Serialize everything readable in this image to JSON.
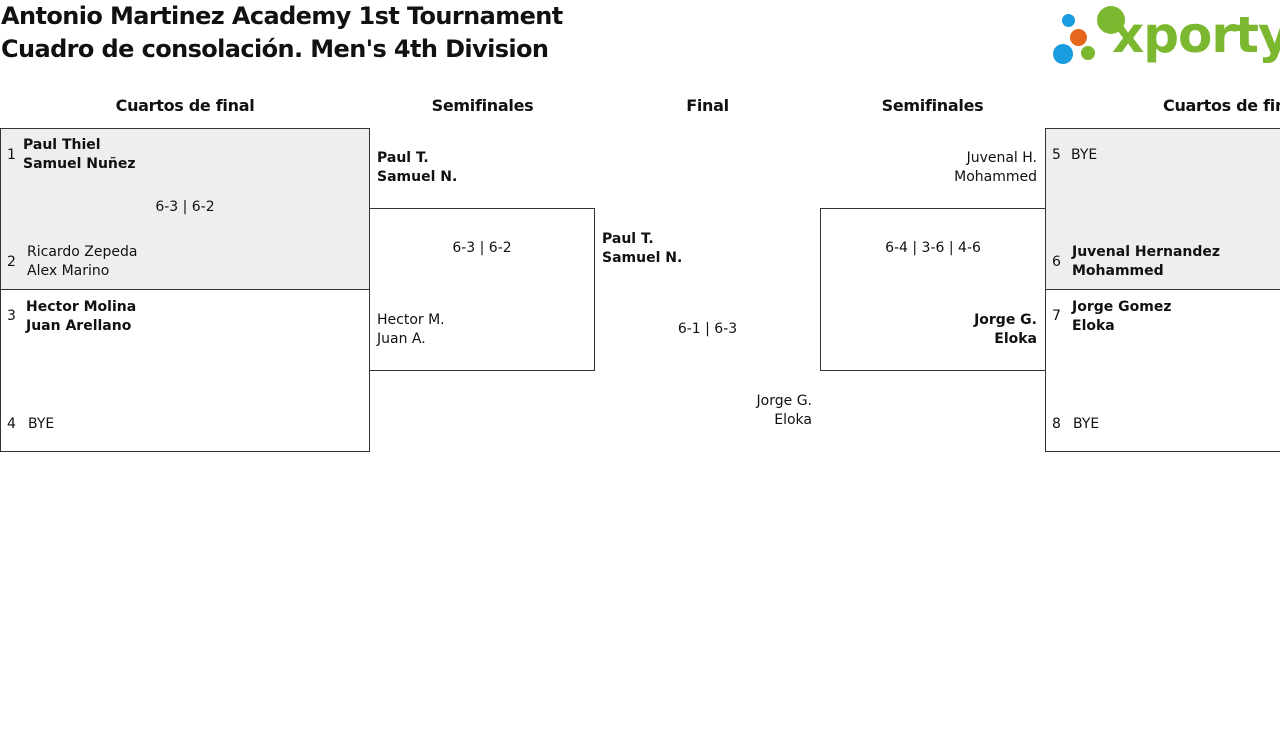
{
  "title_line1": "Antonio Martinez Academy 1st Tournament",
  "title_line2": "Cuadro de consolación. Men's 4th Division",
  "logo": {
    "text": "xporty",
    "accent_green": "#7cb82f",
    "accent_blue": "#1a9de0",
    "accent_orange": "#e5671f"
  },
  "headers": {
    "qf_left": "Cuartos de final",
    "sf_left": "Semifinales",
    "final": "Final",
    "sf_right": "Semifinales",
    "qf_right": "Cuartos de fin"
  },
  "left_qf": {
    "m1": {
      "seed_top": "1",
      "top_p1": "Paul Thiel",
      "top_p2": "Samuel Nuñez",
      "score": "6-3 | 6-2",
      "seed_bottom": "2",
      "bot_p1": "Ricardo Zepeda",
      "bot_p2": "Alex Marino"
    },
    "m2": {
      "seed_top": "3",
      "top_p1": "Hector Molina",
      "top_p2": "Juan Arellano",
      "seed_bottom": "4",
      "bot_p1": "BYE"
    }
  },
  "left_sf": {
    "top_p1": "Paul T.",
    "top_p2": "Samuel N.",
    "score": "6-3 | 6-2",
    "bot_p1": "Hector M.",
    "bot_p2": "Juan A."
  },
  "final": {
    "top_p1": "Paul T.",
    "top_p2": "Samuel N.",
    "score": "6-1 | 6-3",
    "bot_p1": "Jorge G.",
    "bot_p2": "Eloka"
  },
  "right_sf": {
    "top_p1": "Juvenal H.",
    "top_p2": "Mohammed",
    "score": "6-4 | 3-6 | 4-6",
    "bot_p1": "Jorge G.",
    "bot_p2": "Eloka"
  },
  "right_qf": {
    "m1": {
      "seed_top": "5",
      "top_p1": "BYE",
      "seed_bottom": "6",
      "bot_p1": "Juvenal Hernandez",
      "bot_p2": "Mohammed"
    },
    "m2": {
      "seed_top": "7",
      "top_p1": "Jorge Gomez",
      "top_p2": "Eloka",
      "seed_bottom": "8",
      "bot_p1": "BYE"
    }
  }
}
